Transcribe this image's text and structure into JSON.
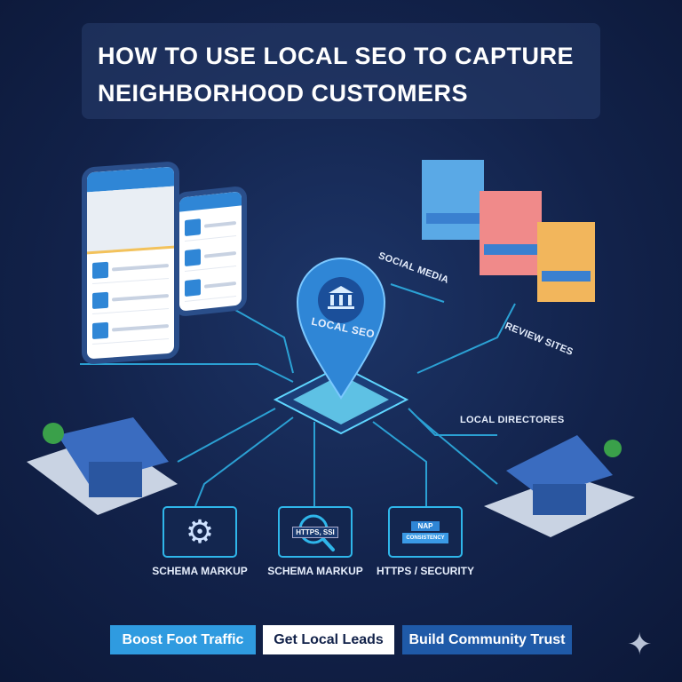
{
  "title": "HOW TO USE LOCAL SEO TO CAPTURE NEIGHBORHOOD CUSTOMERS",
  "center": {
    "label": "LOCAL SEO",
    "icon": "bank-icon"
  },
  "branch_labels": [
    "SOCIAL MEDIA",
    "REVIEW SITES",
    "LOCAL DIRECTORES"
  ],
  "features": [
    {
      "label": "SCHEMA MARKUP",
      "icon": "gear-icon"
    },
    {
      "label": "SCHEMA MARKUP",
      "icon": "magnifier-icon",
      "inner_text": "HTTPS, SSI"
    },
    {
      "label": "HTTPS / SECURITY",
      "icon": "nap-cards-icon",
      "inner_text_1": "NAP",
      "inner_text_2": "CONSISTENCY"
    }
  ],
  "buttons": [
    {
      "label": "Boost Foot Traffic",
      "bg": "#2f9be0",
      "color": "#ffffff"
    },
    {
      "label": "Get Local Leads",
      "bg": "#ffffff",
      "color": "#12224a"
    },
    {
      "label": "Build Community Trust",
      "bg": "#1f5aa8",
      "color": "#ffffff"
    }
  ],
  "colors": {
    "background": "#12224a",
    "accent": "#2fb6ea"
  }
}
